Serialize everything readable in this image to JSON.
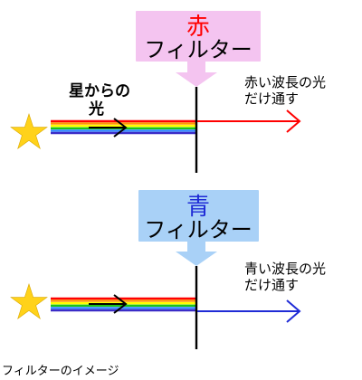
{
  "colors": {
    "red_filter_bg": "#f4c4f0",
    "blue_filter_bg": "#a9d1f7",
    "red_light": "#ff0000",
    "blue_light": "#1f2bd6",
    "star": "#ffd21a",
    "rainbow": [
      "#ff0000",
      "#ff9a00",
      "#ffff00",
      "#19c419",
      "#2f86ff",
      "#3a2cc7"
    ]
  },
  "icons": {
    "star": "star-icon",
    "arrow": "arrow-right-icon"
  },
  "top_panel": {
    "filter_color_word": "赤",
    "filter_word": "フィルター",
    "starlight_label_line1": "星からの",
    "starlight_label_line2": "光",
    "passed_light_line1": "赤い波長の光",
    "passed_light_line2": "だけ通す"
  },
  "bottom_panel": {
    "filter_color_word": "青",
    "filter_word": "フィルター",
    "passed_light_line1": "青い波長の光",
    "passed_light_line2": "だけ通す"
  },
  "caption": "フィルターのイメージ"
}
